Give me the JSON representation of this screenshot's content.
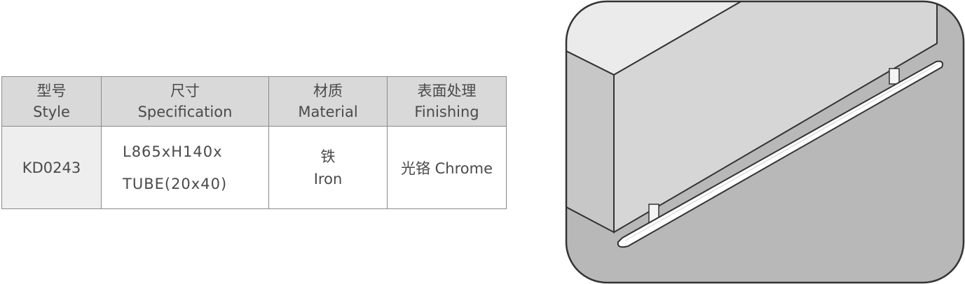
{
  "table": {
    "headers": [
      {
        "cn": "型号",
        "en": "Style"
      },
      {
        "cn": "尺寸",
        "en": "Specification"
      },
      {
        "cn": "材质",
        "en": "Material"
      },
      {
        "cn": "表面处理",
        "en": "Finishing"
      }
    ],
    "row": {
      "style": "KD0243",
      "specification": [
        "L865xH140x",
        "TUBE(20x40)"
      ],
      "material": {
        "cn": "铁",
        "en": "Iron"
      },
      "finishing": "光铬 Chrome"
    }
  },
  "colors": {
    "header_bg": "#d9d9d9",
    "style_cell_bg": "#eeeeee",
    "border": "#8a8a8a",
    "text": "#4a4a4a"
  },
  "illustration": {
    "subject": "tube-handle-on-drawer-front"
  }
}
